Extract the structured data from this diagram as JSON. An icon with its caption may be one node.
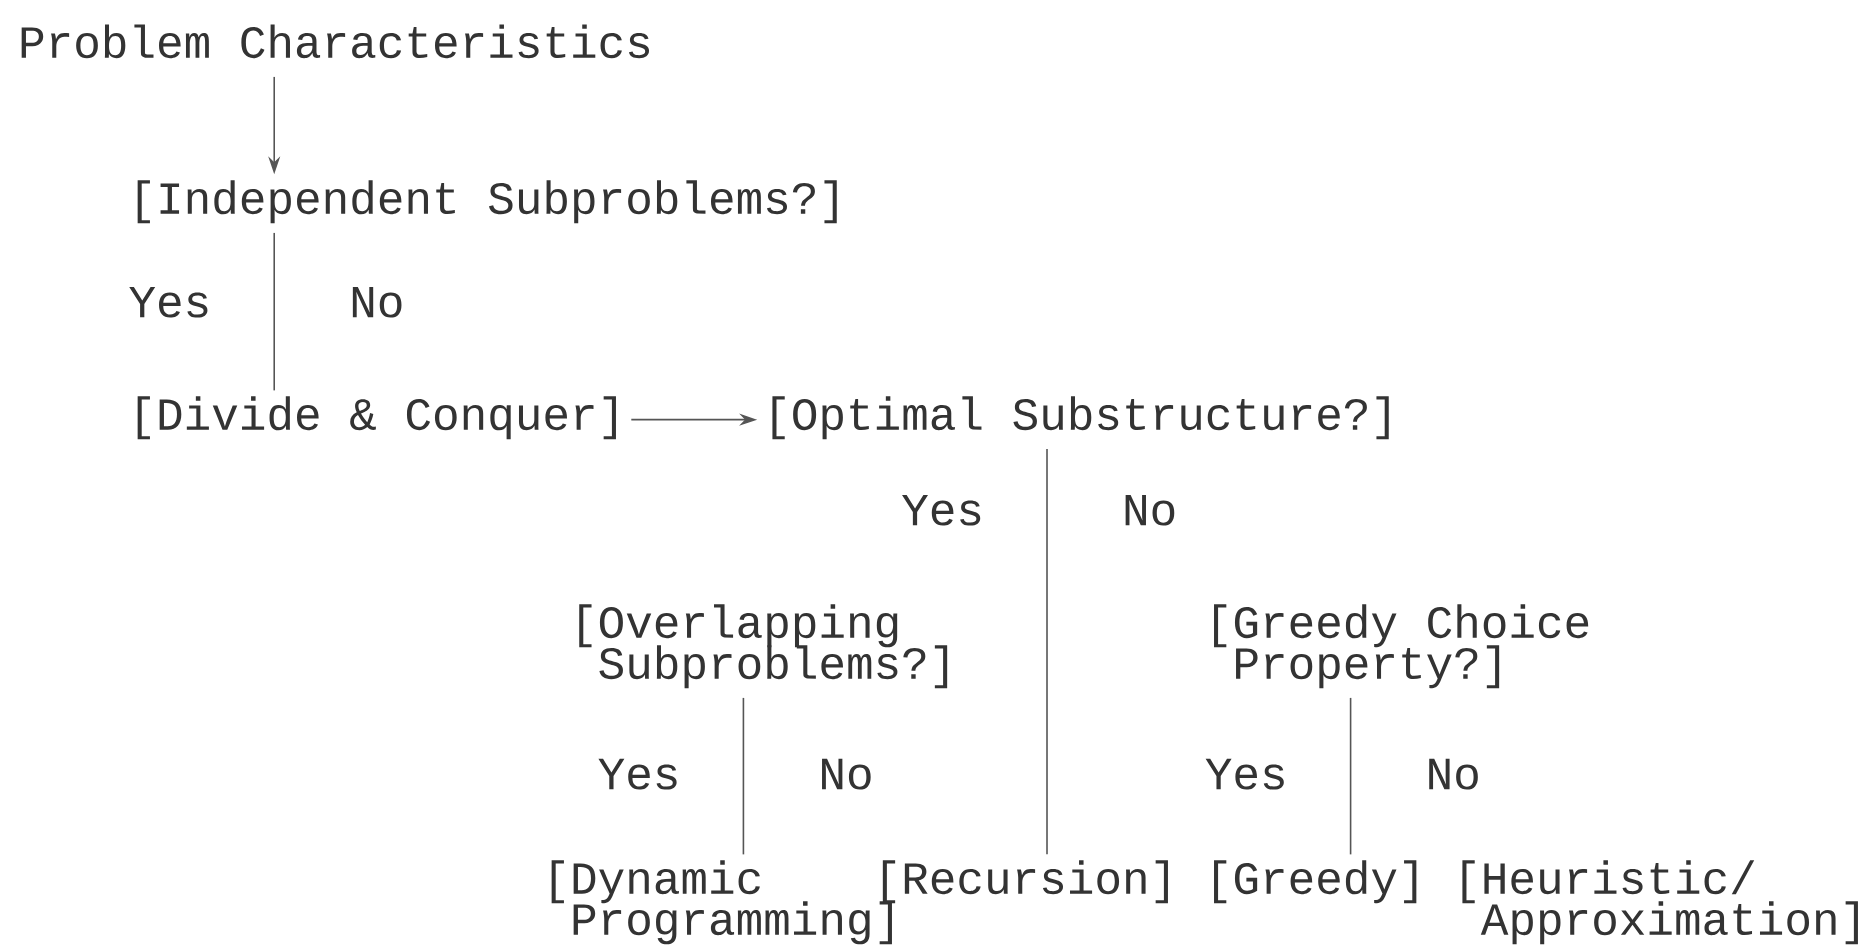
{
  "diagram": {
    "nodes": [
      {
        "text": [
          "Problem Characteristics"
        ]
      },
      {
        "text": [
          "[Independent Subproblems?]"
        ]
      },
      {
        "text": [
          "[Divide & Conquer]"
        ]
      },
      {
        "text": [
          "[Optimal Substructure?]"
        ]
      },
      {
        "text": [
          "[Overlapping Subproblems?]"
        ]
      },
      {
        "text": [
          "[Greedy Choice Property?]"
        ]
      },
      {
        "text": [
          "[Dynamic Programming]"
        ]
      },
      {
        "text": [
          "[Recursion]"
        ]
      },
      {
        "text": [
          "[Greedy]"
        ]
      },
      {
        "text": [
          "[Heuristic/ Approximation]"
        ]
      }
    ],
    "edges": [
      {
        "from": 0,
        "to": 1,
        "arrow": "to"
      },
      {
        "from": 1,
        "to": 2,
        "arrow": "none"
      },
      {
        "from": 2,
        "to": 3,
        "arrow": "to"
      },
      {
        "from": 3,
        "to": 7,
        "arrow": "none"
      },
      {
        "from": 4,
        "to": 6,
        "arrow": "none"
      },
      {
        "from": 5,
        "to": 8,
        "arrow": "none"
      }
    ],
    "labels": [
      "Yes",
      "No",
      "Yes",
      "No",
      "Yes",
      "No",
      "Yes",
      "No"
    ]
  }
}
